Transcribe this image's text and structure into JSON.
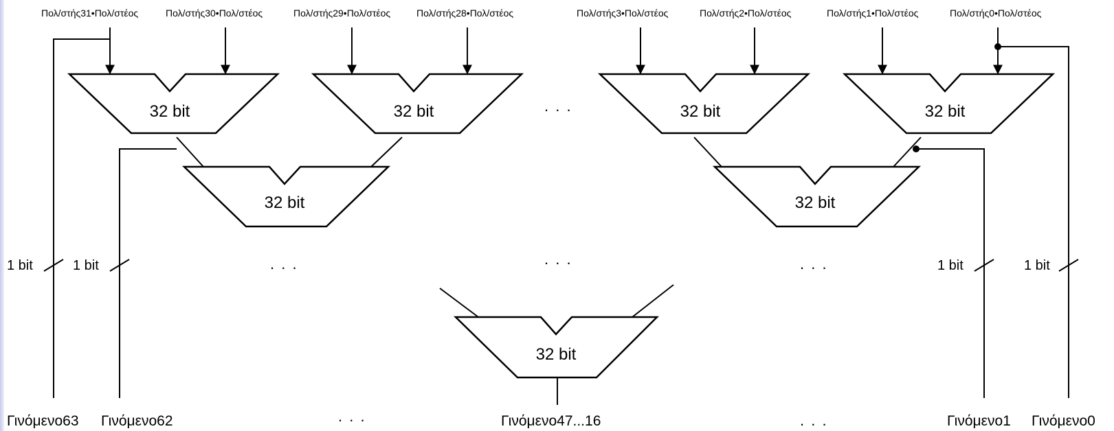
{
  "top_labels": [
    "Πολ/στής31•Πολ/στέος",
    "Πολ/στής30•Πολ/στέος",
    "Πολ/στής29•Πολ/στέος",
    "Πολ/στής28•Πολ/στέος",
    "Πολ/στής3•Πολ/στέος",
    "Πολ/στής2•Πολ/στέος",
    "Πολ/στής1•Πολ/στέος",
    "Πολ/στής0•Πολ/στέος"
  ],
  "adder_label": "32 bit",
  "bus_label": "1 bit",
  "ellipsis": ". . .",
  "bottom_labels": {
    "product63": "Γινόμενο63",
    "product62": "Γινόμενο62",
    "product47_16": "Γινόμενο47...16",
    "product1": "Γινόμενο1",
    "product0": "Γινόμενο0"
  }
}
